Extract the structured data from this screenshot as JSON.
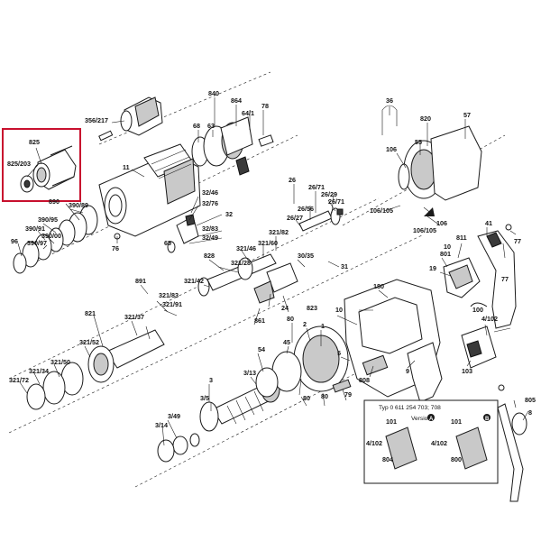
{
  "highlight_color": "#c8102e",
  "labels": {
    "l840": "840",
    "l864": "864",
    "l64_1": "64/1",
    "l78": "78",
    "l68": "68",
    "l63": "63",
    "l356_217": "356/217",
    "l825": "825",
    "l825_203": "825/203",
    "l11": "11",
    "l890": "890",
    "l390_89": "390/89",
    "l390_95": "390/95",
    "l390_91": "390/91",
    "l390_00": "390/00",
    "l390_97": "390/97",
    "l96": "96",
    "l76": "76",
    "l32_46": "32/46",
    "l32_76": "32/76",
    "l32": "32",
    "l32_83": "32/83",
    "l32_49": "32/49",
    "l65": "65",
    "l36": "36",
    "l820": "820",
    "l57": "57",
    "l55": "55",
    "l106a": "106",
    "l26": "26",
    "l26_71": "26/71",
    "l26_29": "26/29",
    "l26_56": "26/56",
    "l26_27": "26/27",
    "l26_71b": "26/71",
    "l106_105a": "106/105",
    "l106b": "106",
    "l106_105b": "106/105",
    "l41": "41",
    "l77a": "77",
    "l811": "811",
    "l10": "10",
    "l321_82": "321/82",
    "l321_60": "321/60",
    "l321_46": "321/46",
    "l321_28": "321/28",
    "l828": "828",
    "l30_35": "30/35",
    "l31": "31",
    "l801": "801",
    "l19": "19",
    "l891": "891",
    "l321_42": "321/42",
    "l321_83": "321/83",
    "l321_91": "321/91",
    "l24": "24",
    "l823": "823",
    "l861": "861",
    "l180": "180",
    "l77b": "77",
    "l821": "821",
    "l321_37": "321/37",
    "l321_52": "321/52",
    "l321_50": "321/50",
    "l321_34": "321/34",
    "l321_72": "321/72",
    "l80a": "80",
    "l1": "1",
    "l2": "2",
    "l100": "100",
    "l4_102": "4/102",
    "l103": "103",
    "l54": "54",
    "l45": "45",
    "l5": "5",
    "l9": "9",
    "l808": "808",
    "l3": "3",
    "l3_13": "3/13",
    "l3_5": "3/5",
    "l3_49": "3/49",
    "l3_14": "3/14",
    "l80b": "80",
    "l80c": "80",
    "l79": "79",
    "type_line": "Typ 0 611 254 703; 708",
    "version_word": "Version",
    "vA": "A",
    "vB": "B",
    "l101a": "101",
    "l101b": "101",
    "l4_102b": "4/102",
    "l804": "804",
    "l4_102c": "4/102",
    "l800": "800",
    "l805": "805",
    "l8": "8"
  }
}
